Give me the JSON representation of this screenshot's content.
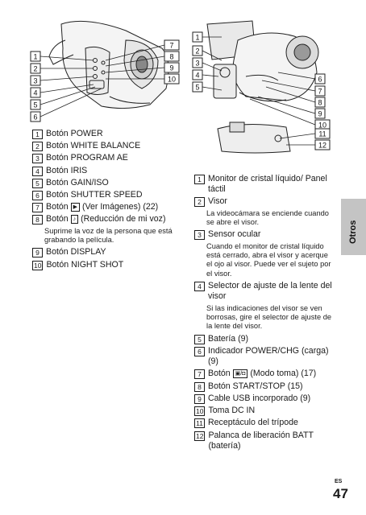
{
  "section_tab": "Otros",
  "language_code": "ES",
  "page_number": "47",
  "left_callouts": [
    "1",
    "2",
    "3",
    "4",
    "5",
    "6",
    "7",
    "8",
    "9",
    "10"
  ],
  "right_callouts": [
    "1",
    "2",
    "3",
    "4",
    "5",
    "6",
    "7",
    "8",
    "9",
    "10",
    "11",
    "12"
  ],
  "left_list": [
    {
      "n": "1",
      "text": "Botón POWER"
    },
    {
      "n": "2",
      "text": "Botón WHITE BALANCE"
    },
    {
      "n": "3",
      "text": "Botón PROGRAM AE"
    },
    {
      "n": "4",
      "text": "Botón IRIS"
    },
    {
      "n": "5",
      "text": "Botón GAIN/ISO"
    },
    {
      "n": "6",
      "text": "Botón SHUTTER SPEED"
    },
    {
      "n": "7",
      "pre": "Botón ",
      "icon": "▶",
      "text": " (Ver Imágenes) (22)"
    },
    {
      "n": "8",
      "pre": "Botón ",
      "icon": "♪",
      "text": " (Reducción de mi voz)",
      "note": "Suprime la voz de la persona que está grabando la película."
    },
    {
      "n": "9",
      "text": "Botón DISPLAY"
    },
    {
      "n": "10",
      "text": "Botón NIGHT SHOT"
    }
  ],
  "right_list": [
    {
      "n": "1",
      "text": "Monitor de cristal líquido/ Panel táctil"
    },
    {
      "n": "2",
      "text": "Visor",
      "note": "La videocámara se enciende cuando se abre el visor."
    },
    {
      "n": "3",
      "text": "Sensor ocular",
      "note": "Cuando el monitor de cristal líquido está cerrado, abra el visor y acerque el ojo al visor. Puede ver el sujeto por el visor."
    },
    {
      "n": "4",
      "text": "Selector de ajuste de la lente del visor",
      "note": "Si las indicaciones del visor se ven borrosas, gire el selector de ajuste de la lente del visor."
    },
    {
      "n": "5",
      "text": "Batería (9)"
    },
    {
      "n": "6",
      "text": "Indicador POWER/CHG (carga) (9)"
    },
    {
      "n": "7",
      "pre": "Botón ",
      "icon": "▣/◘",
      "text": " (Modo toma) (17)"
    },
    {
      "n": "8",
      "text": "Botón START/STOP (15)"
    },
    {
      "n": "9",
      "text": "Cable USB incorporado (9)"
    },
    {
      "n": "10",
      "text": "Toma DC IN"
    },
    {
      "n": "11",
      "text": "Receptáculo del trípode"
    },
    {
      "n": "12",
      "text": "Palanca de liberación BATT (batería)"
    }
  ]
}
